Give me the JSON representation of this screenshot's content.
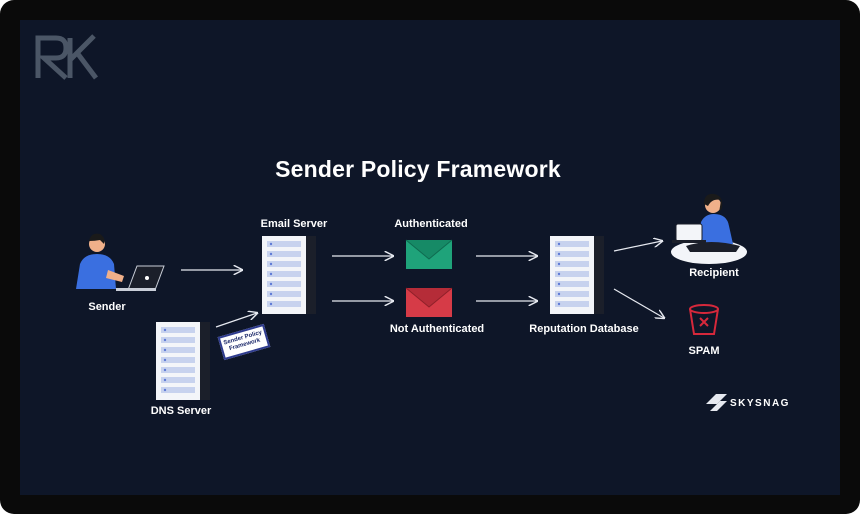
{
  "title": "Sender Policy Framework",
  "nodes": {
    "sender": "Sender",
    "email_server": "Email Server",
    "dns_server": "DNS Server",
    "authenticated": "Authenticated",
    "not_authenticated": "Not Authenticated",
    "reputation_database": "Reputation Database",
    "recipient": "Recipient",
    "spam": "SPAM"
  },
  "spf_tag": "Sender Policy Framework",
  "brand": "SKYSNAG",
  "logo_text": "RK",
  "icons": {
    "authenticated_envelope": "envelope-icon",
    "not_authenticated_envelope": "envelope-icon",
    "spam_bin": "trash-bin-icon"
  },
  "colors": {
    "background": "#0e1628",
    "authenticated": "#1fa37a",
    "not_authenticated": "#d63b47",
    "person": "#3a6fe0",
    "spam": "#d6283b"
  }
}
